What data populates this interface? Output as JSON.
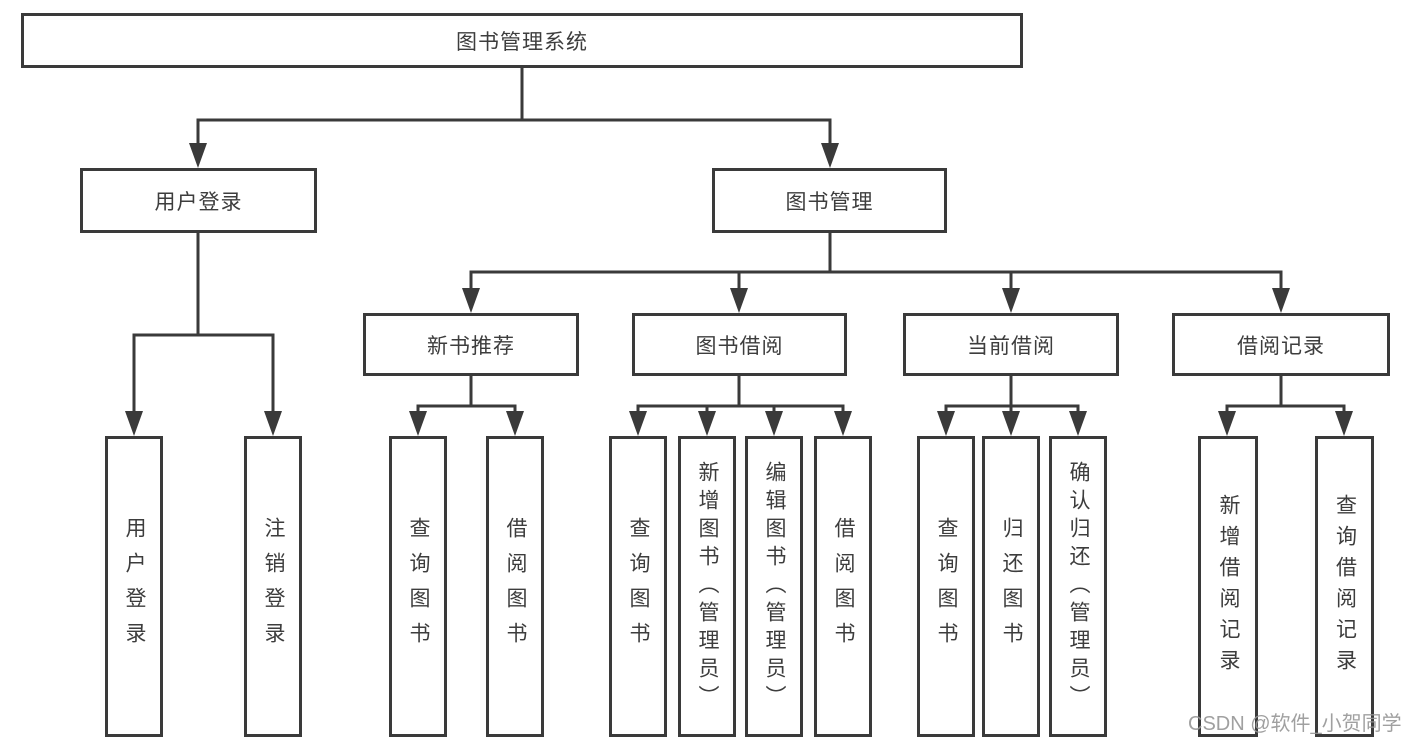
{
  "colors": {
    "line": "#3a3a3a",
    "box_border": "#3a3a3a",
    "box_fill": "#ffffff",
    "text": "#3d3d3d",
    "watermark": "#969696",
    "background": "#ffffff"
  },
  "watermark": "CSDN @软件_小贺同学",
  "tree": {
    "root": "图书管理系统",
    "branches": [
      {
        "label": "用户登录",
        "children": [
          "用户登录",
          "注销登录"
        ]
      },
      {
        "label": "图书管理",
        "children": [
          {
            "label": "新书推荐",
            "children": [
              "查询图书",
              "借阅图书"
            ]
          },
          {
            "label": "图书借阅",
            "children": [
              "查询图书",
              "新增图书（管理员）",
              "编辑图书（管理员）",
              "借阅图书"
            ]
          },
          {
            "label": "当前借阅",
            "children": [
              "查询图书",
              "归还图书",
              "确认归还（管理员）"
            ]
          },
          {
            "label": "借阅记录",
            "children": [
              "新增借阅记录",
              "查询借阅记录"
            ]
          }
        ]
      }
    ]
  }
}
